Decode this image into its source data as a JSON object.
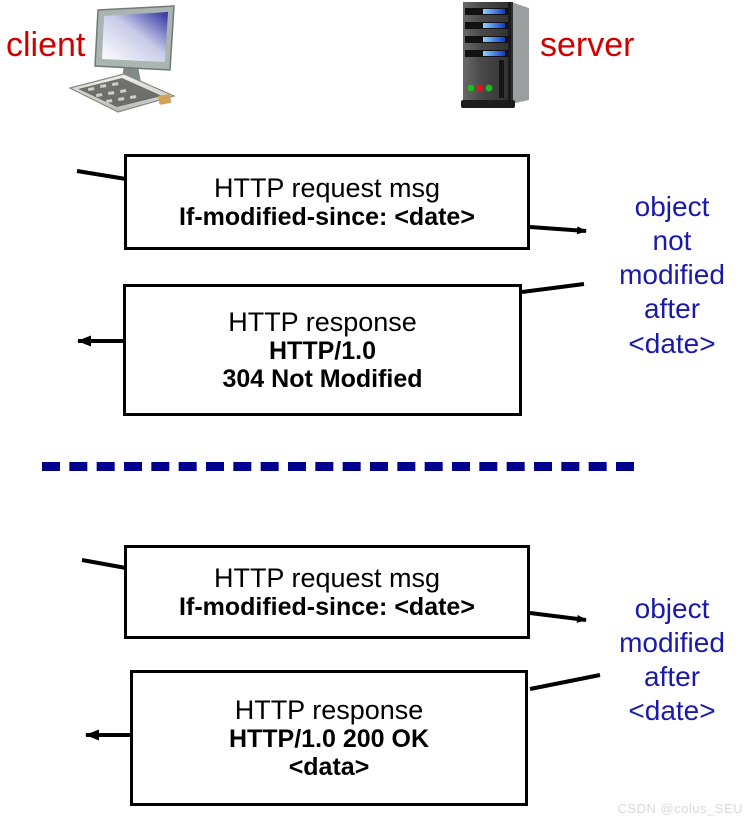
{
  "endpoints": {
    "client_label": "client",
    "server_label": "server",
    "client_icon": "desktop-computer-icon",
    "server_icon": "server-tower-icon",
    "label_color": "#d00000"
  },
  "divider": {
    "style": "dashed",
    "color": "#00008f"
  },
  "annotation_color": "#1a1aa8",
  "scenarios": [
    {
      "id": "not-modified",
      "request_box": {
        "line1": "HTTP request msg",
        "line2": "If-modified-since: <date>"
      },
      "response_box": {
        "line1": "HTTP response",
        "line2": "HTTP/1.0",
        "line3": "304 Not Modified"
      },
      "note": {
        "line1": "object",
        "line2": "not",
        "line3": "modified",
        "line4": "after",
        "line5": "<date>"
      }
    },
    {
      "id": "modified",
      "request_box": {
        "line1": "HTTP request msg",
        "line2": "If-modified-since: <date>"
      },
      "response_box": {
        "line1": "HTTP response",
        "line2": "HTTP/1.0 200 OK",
        "line3": "<data>"
      },
      "note": {
        "line1": "object",
        "line2": "modified",
        "line3": "after",
        "line4": "<date>"
      }
    }
  ],
  "watermark": {
    "text": "CSDN @colus_SEU"
  }
}
